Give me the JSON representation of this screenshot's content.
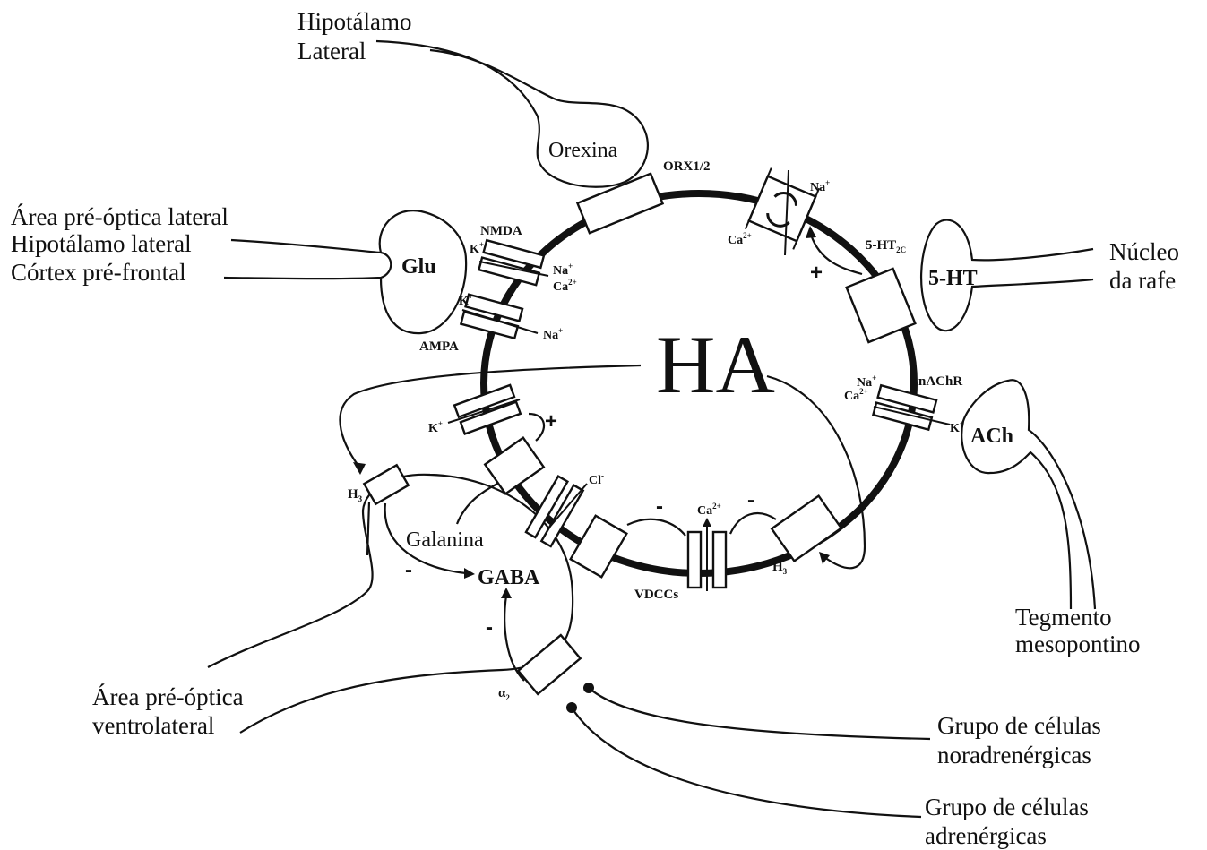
{
  "center": {
    "label": "HA"
  },
  "sources": {
    "hipotalamo": [
      "Hipotálamo",
      "Lateral"
    ],
    "glu_origin": [
      "Área pré-óptica lateral",
      "Hipotálamo lateral",
      "Córtex pré-frontal"
    ],
    "rafe": [
      "Núcleo",
      "da rafe"
    ],
    "tegmento": [
      "Tegmento",
      "mesopontino"
    ],
    "vlpo": [
      "Área pré-óptica",
      "ventrolateral"
    ],
    "noradrenergic": [
      "Grupo de células",
      "noradrenérgicas"
    ],
    "adrenergic": [
      "Grupo de células",
      "adrenérgicas"
    ]
  },
  "neurotransmitters": {
    "orexina": "Orexina",
    "glu": "Glu",
    "serotonin": "5-HT",
    "ach": "ACh",
    "gaba": "GABA",
    "galanina": "Galanina"
  },
  "receptors": {
    "orx": "ORX1/2",
    "nmda": "NMDA",
    "ampa": "AMPA",
    "ht2c": "5-HT",
    "ht2c_sub": "2C",
    "nachr": "nAChR",
    "vdcc": "VDCCs",
    "h3": "H",
    "h3_sub": "3",
    "alpha2": "α",
    "alpha2_sub": "2"
  },
  "ions": {
    "k": "K",
    "na": "Na",
    "ca": "Ca",
    "cl": "Cl",
    "plus_charge": "+",
    "minus_charge": "-",
    "ca_charge": "2+"
  },
  "signs": {
    "plus": "+",
    "minus": "-"
  },
  "colors": {
    "ink": "#111111",
    "background": "#ffffff"
  }
}
